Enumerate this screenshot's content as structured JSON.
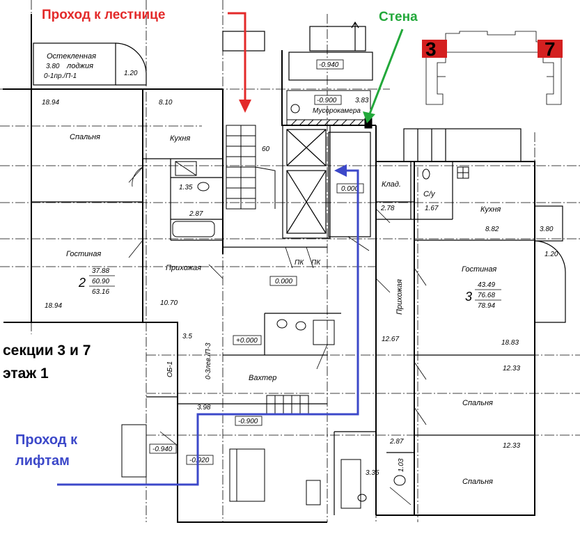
{
  "annotations": {
    "stairs_passage": "Проход к лестнице",
    "wall": "Стена",
    "sections_line1": "секции 3 и 7",
    "sections_line2": "этаж 1",
    "lift_passage_line1": "Проход к",
    "lift_passage_line2": "лифтам",
    "badge_left": "3",
    "badge_right": "7"
  },
  "colors": {
    "red": "#e32a2a",
    "green": "#22a83a",
    "blue": "#3c48c9",
    "badge_fill": "#d42020",
    "lines": "#000000"
  },
  "rooms": {
    "loggia_line1": "Остекленная",
    "loggia_area": "3.80",
    "loggia_word": "лоджия",
    "loggia_code": "0-1пр./П-1",
    "loggia_small": "1.20",
    "bedroom_left": "Спальня",
    "bedroom_left_area": "18.94",
    "kitchen_left": "Кухня",
    "kitchen_left_area": "8.10",
    "bath_left_area": "1.35",
    "wc_left_area": "2.87",
    "living_left": "Гостиная",
    "apt_left_no": "2",
    "apt_left_a": "37.88",
    "apt_left_b": "60.90",
    "apt_left_c": "63.16",
    "living_left_area": "18.94",
    "hall_left": "Прихожая",
    "hall_left_area": "10.70",
    "stair_width": "60",
    "garbage_room": "Мусорокамера",
    "garbage_level": "-0.900",
    "garbage_area": "3.83",
    "top_level": "-0.940",
    "shaft_level": "0.000",
    "pk1": "ПК",
    "pk2": "ПК",
    "corridor_level": "0.000",
    "storage": "Клад.",
    "storage_area": "2.78",
    "bath_right": "С/у",
    "bath_right_area": "1.67",
    "kitchen_right": "Кухня",
    "kitchen_right_area": "8.82",
    "balcony_right_area": "3.80",
    "balcony_right_small": "1.20",
    "living_right": "Гостиная",
    "apt_right_no": "3",
    "apt_right_a": "43.49",
    "apt_right_b": "76.68",
    "apt_right_c": "78.94",
    "hall_right": "Прихожая",
    "hall_right_area": "12.67",
    "living_right_area": "18.83",
    "bedroom_right1_area": "12.33",
    "bedroom_right1": "Спальня",
    "bedroom_right2_area": "12.33",
    "bedroom_right2": "Спальня",
    "small_area": "3.5",
    "ob_code": "ОБ-1",
    "door_code": "0-3лев./П-3",
    "guard_level": "+0.000",
    "guard_room": "Вахтер",
    "area_398": "3.98",
    "entry_level": "-0.900",
    "lower_level_1": "-0.940",
    "lower_level_2": "-0.920",
    "area_287b": "2.87",
    "area_335": "3.35",
    "area_103": "1.03"
  }
}
